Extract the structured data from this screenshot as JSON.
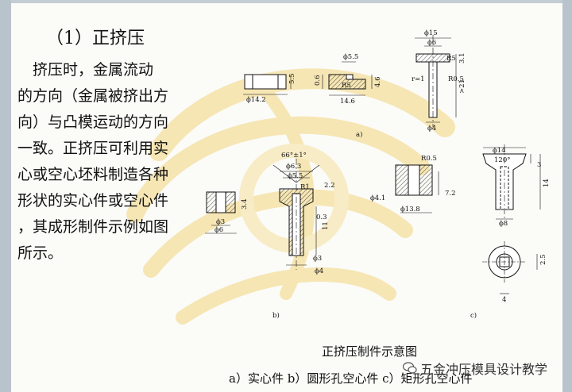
{
  "slide": {
    "heading": "（1）正挤压",
    "paragraph_lines": [
      "　挤压时，金属流动",
      "的方向（金属被挤出方",
      "向）与凸模运动的方向",
      "一致。正挤压可利用实",
      "心或空心坯料制造各种",
      "形状的实心件或空心件",
      "，其成形制件示例如图",
      "所示。"
    ],
    "caption": "正挤压制件示意图",
    "subcaption": "a）实心件 b）圆形孔空心件 c）矩形孔空心件",
    "watermark_text": "五金冲压模具设计教学"
  },
  "drawing": {
    "labels": {
      "a": "a)",
      "b": "b)",
      "c": "c)",
      "a_blank_h": "5.5",
      "a_blank_dia": "ϕ14.2",
      "a_dia55": "ϕ5.5",
      "a_06": "0.6",
      "a_46": "4.6",
      "a_R5": "R5",
      "a_146": "14.6",
      "a_dia15": "ϕ15",
      "a_dia6": "ϕ6",
      "a_R5b": "R5",
      "a_R05": "R0.5",
      "a_r1": "r=1",
      "a_31": "3.1",
      "a_21": ">21",
      "a_dia4": "ϕ4",
      "b_66": "66°±1°",
      "b_dia63": "ϕ6.3",
      "b_dia55": "ϕ5.5",
      "b_R1": "R1",
      "b_22": "2.2",
      "b_03": "0.3",
      "b_11": "11",
      "b_dia3": "ϕ3",
      "b_dia4": "ϕ4",
      "b_blank_34": "3.4",
      "b_blank_dia3": "ϕ3",
      "b_blank_dia6": "ϕ6",
      "c_R05": "R0.5",
      "c_41": "ϕ4.1",
      "c_72": "7.2",
      "c_138": "ϕ13.8",
      "c_dia14": "ϕ14",
      "c_120": "120°",
      "c_3": "3",
      "c_14": "14",
      "c_dia8": "ϕ8",
      "c_25": "2.5",
      "c_4": "4"
    }
  }
}
